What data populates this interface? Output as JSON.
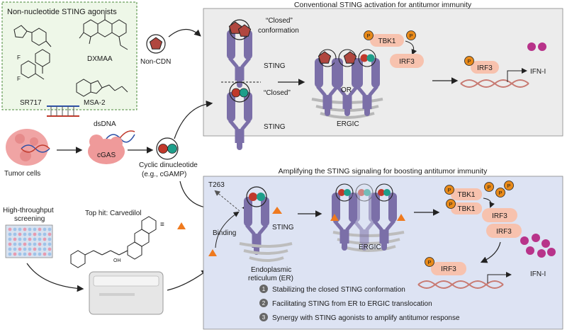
{
  "agonists": {
    "title": "Non-nucleotide STING agonists",
    "compounds": [
      "DXMAA",
      "SR717",
      "MSA-2"
    ]
  },
  "top_panel": {
    "title": "Conventional STING activation for antitumor immunity",
    "closed_conformation": "“Closed” conformation",
    "closed": "“Closed”",
    "sting": "STING",
    "non_cdn": "Non-CDN",
    "or": "OR",
    "ergic": "ERGIC",
    "tbk1": "TBK1",
    "irf3": "IRF3",
    "ifn": "IFN-I",
    "p": "P"
  },
  "left": {
    "tumor_cells": "Tumor cells",
    "dsdna": "dsDNA",
    "cgas": "cGAS",
    "cdn_line1": "Cyclic dinucleotide",
    "cdn_line2": "(e.g., cGAMP)",
    "hts_line1": "High-throughput",
    "hts_line2": "screening",
    "top_hit": "Top hit: Carvedilol",
    "equiv": "≡"
  },
  "bottom_panel": {
    "title": "Amplifying the STING signaling for boosting antitumor immunity",
    "t263": "T263",
    "binding": "Binding",
    "sting": "STING",
    "er_line1": "Endoplasmic",
    "er_line2": "reticulum (ER)",
    "ergic": "ERGIC",
    "tbk1": "TBK1",
    "irf3": "IRF3",
    "ifn": "IFN-I",
    "p": "P",
    "steps": [
      {
        "num": "1",
        "text": "Stabilizing the closed STING conformation"
      },
      {
        "num": "2",
        "text": "Facilitating STING from ER to ERGIC translocation"
      },
      {
        "num": "3",
        "text": "Synergy with STING agonists to amplify antitumor response"
      }
    ]
  },
  "colors": {
    "panel_top": "#ececec",
    "panel_bottom": "#dde3f3",
    "agonist_box": "#eef7e8",
    "sting": "#7b6fa8",
    "pentagon": "#b0473f",
    "cdn_red": "#c0392b",
    "cdn_green": "#1e9e8a",
    "tbk1": "#f7c2ae",
    "p_circle": "#e88a1a",
    "ifn": "#b8338a",
    "dna": "#c87a72",
    "tumor": "#f0a4a4",
    "carvedilol": "#ef7a1e"
  }
}
